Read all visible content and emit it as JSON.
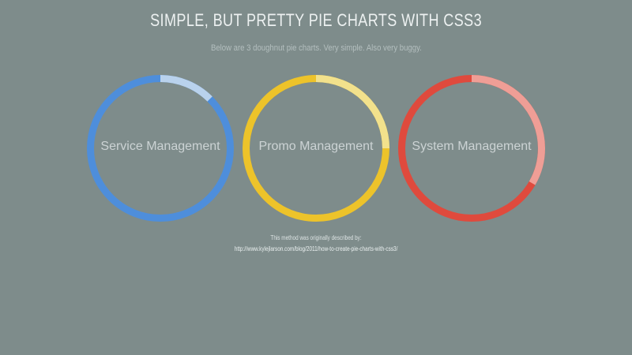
{
  "header": {
    "title": "SIMPLE, BUT PRETTY PIE CHARTS WITH CSS3",
    "subtitle": "Below are 3 doughnut pie charts. Very simple. Also very buggy."
  },
  "chart_data": [
    {
      "type": "pie",
      "subtype": "doughnut-ring",
      "label": "Service Management",
      "ring_color": "#4e8edb",
      "segment_color": "#b9d2ed",
      "segment_start_deg": 0,
      "segment_end_deg": 45,
      "segment_percent": 12.5
    },
    {
      "type": "pie",
      "subtype": "doughnut-ring",
      "label": "Promo Management",
      "ring_color": "#edc32a",
      "segment_color": "#f2e18c",
      "segment_start_deg": 0,
      "segment_end_deg": 90,
      "segment_percent": 25
    },
    {
      "type": "pie",
      "subtype": "doughnut-ring",
      "label": "System Management",
      "ring_color": "#df4a3d",
      "segment_color": "#ef9e96",
      "segment_start_deg": 0,
      "segment_end_deg": 120,
      "segment_percent": 33.3
    }
  ],
  "footer": {
    "note": "This method was originally described by:",
    "link_text": "http://www.kylejlarson.com/blog/2011/how-to-create-pie-charts-with-css3/",
    "link_url": "http://www.kylejlarson.com/blog/2011/how-to-create-pie-charts-with-css3/"
  },
  "colors": {
    "background": "#7e8c8b",
    "title_text": "#edf1f1",
    "subtitle_text": "#b4bfbf",
    "label_text": "#ccd3d4",
    "footer_text": "#dce3e3",
    "link_text": "#e9efef"
  }
}
